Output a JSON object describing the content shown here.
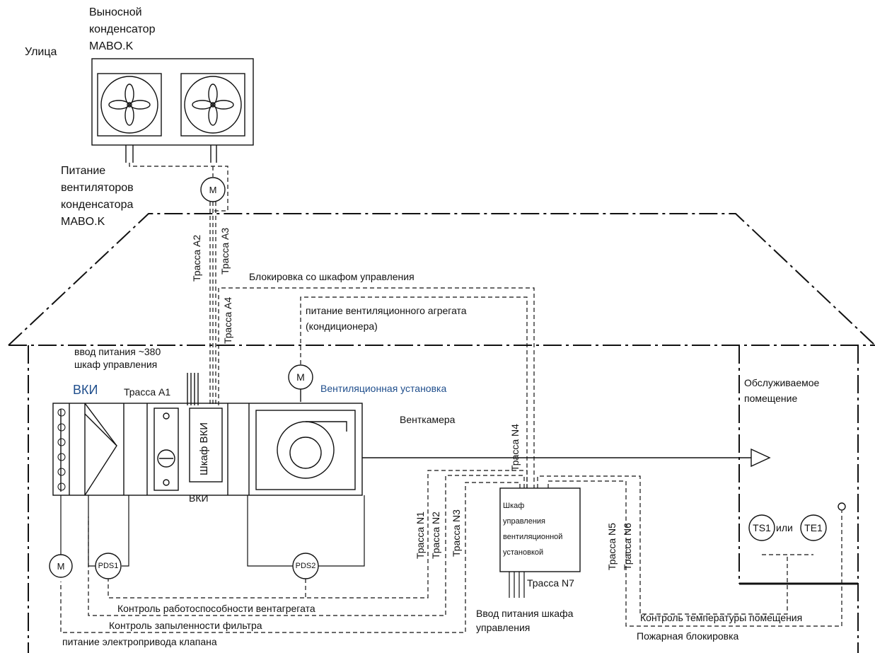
{
  "labels": {
    "street": "Улица",
    "condenser": [
      "Выносной",
      "конденсатор",
      "MABO.K"
    ],
    "fan_power": [
      "Питание",
      "вентиляторов",
      "конденсатора",
      "MABO.K"
    ],
    "lock_cabinet": "Блокировка со шкафом управления",
    "unit_power": [
      "питание вентиляционного агрегата",
      "(кондиционера)"
    ],
    "power_input": [
      "ввод питания ~380",
      "шкаф управления"
    ],
    "vki": "ВКИ",
    "route_a1": "Трасса А1",
    "vent_unit": "Вентиляционная  установка",
    "vent_chamber": "Венткамера",
    "served_room": [
      "Обслуживаемое",
      "помещение"
    ],
    "cabinet_vki": "Шкаф ВКИ",
    "vki_small": "ВКИ",
    "cabinet": [
      "Шкаф",
      "управления",
      "вентиляционной",
      "установкой"
    ],
    "route_n7": "Трасса N7",
    "cabinet_power": [
      "Ввод питания шкафа",
      "управления"
    ],
    "control_perf": "Контроль работоспособности вентагрегата",
    "control_dust": "Контроль запыленности фильтра",
    "valve_power": "питание электропривода клапана",
    "control_temp": "Контроль температуры помещения",
    "fire_lock": "Пожарная блокировка",
    "or": "или"
  },
  "routes": {
    "a2": "Трасса А2",
    "a3": "Трасса А3",
    "a4": "Трасса А4",
    "n1": "Трасса N1",
    "n2": "Трасса N2",
    "n3": "Трасса N3",
    "n4": "Трасса N4",
    "n5": "Трасса N5",
    "n6": "Трасса N6"
  },
  "nodes": {
    "motor": "М",
    "pds1": "PDS1",
    "pds2": "PDS2",
    "ts1": "TS1",
    "te1": "TE1"
  }
}
